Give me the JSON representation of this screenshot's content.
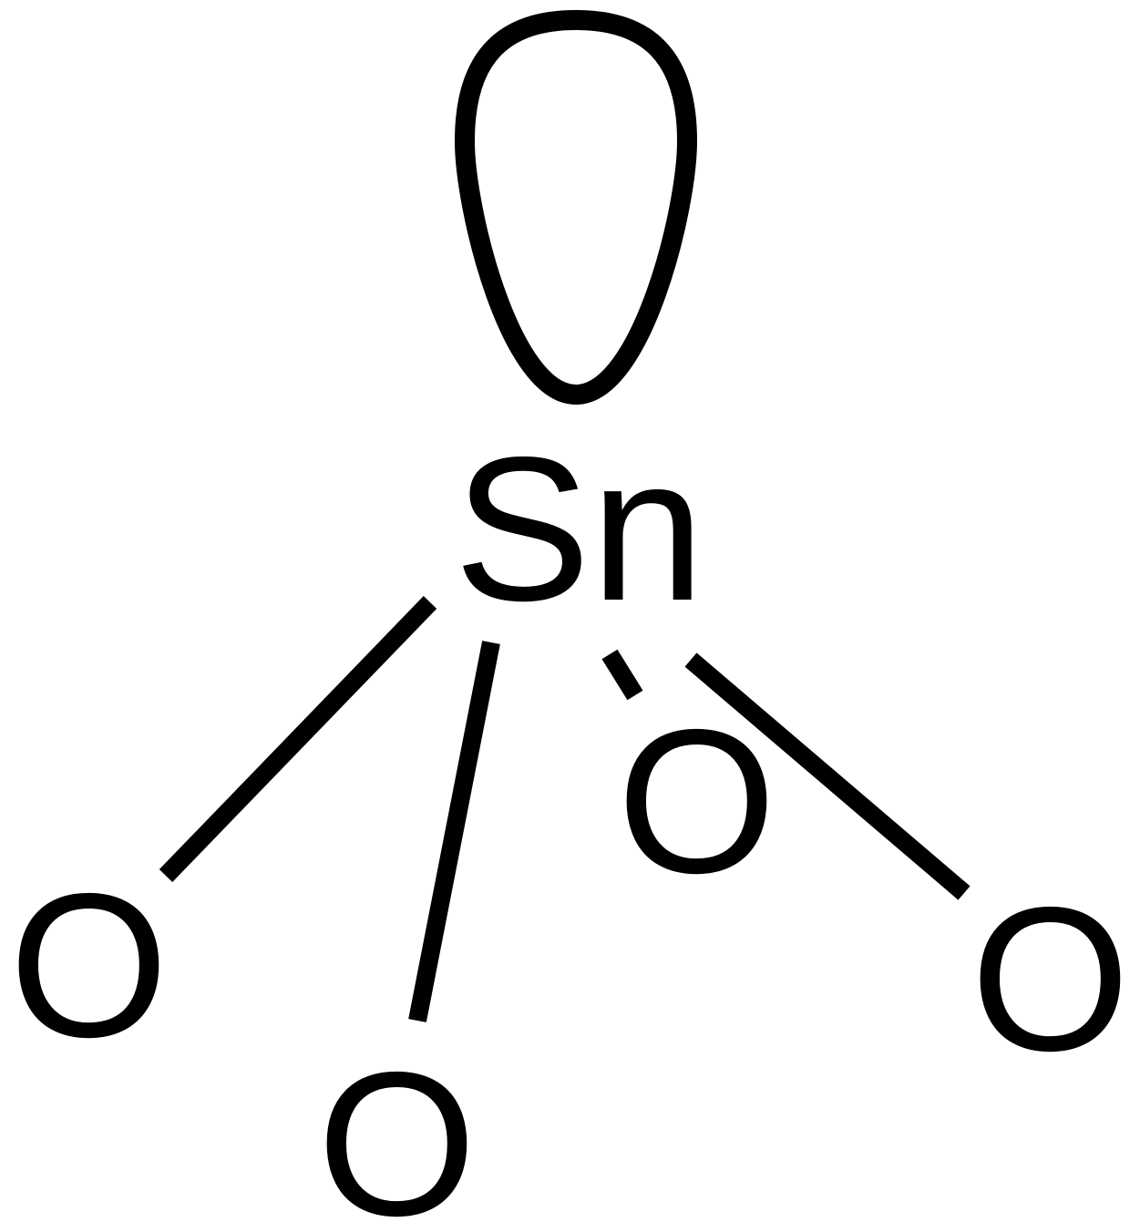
{
  "molecule": {
    "central_atom": "Sn",
    "ligands": [
      "O",
      "O",
      "O",
      "O"
    ],
    "lone_pair": "lone-pair-lobe-icon"
  },
  "colors": {
    "stroke": "#000000",
    "background": "#ffffff"
  }
}
